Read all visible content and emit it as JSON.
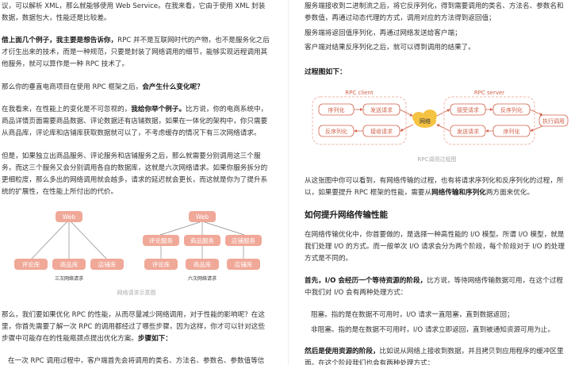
{
  "left": {
    "p1": "议，可以解析 XML，那么就能够使用 Web Service。在我来看，它由于使用 XML 封装数据，数据包大，性能还是比较差。",
    "p2_bold": "借上面几个例子，我主要是想告诉你，",
    "p2_rest": "RPC 并不是互联网时代的产物，也不是服务化之后才衍生出来的技术，而是一种规范，只要是封装了网络调用的细节，能够实现远程调用其他服务，就可以算作是一种 RPC 技术了。",
    "p3_start": "那么你的垂直电商项目在使用 RPC 框架之后，",
    "p3_bold": "会产生什么变化呢？",
    "p4_start": "在我看来，在性能上的变化是不可忽视的，",
    "p4_bold": "我给你举个例子。",
    "p4_rest": "比方说，你的电商系统中，商品详情页面需要商品数据、评论数据还有店铺数据，如果在一体化的架构中，你只需要从商品库，评论库和店铺库获取数据就可以了，不考虑缓存的情况下有三次网络请求。",
    "p5": "但是，如果独立出商品服务、评论服务和店铺服务之后，那么就需要分别调用这三个服务，而这三个服务又会分别调用各自的数据库，这就是六次网络请求。如果你服务拆分的更细粒度，那么多出的网络调用就会越多，请求的延迟就会更长，而这就是你为了提升系统的扩展性，在性能上所付出的代价。",
    "fig_caption": "网络请求示意图",
    "fig_left_label": "三次网络请求",
    "fig_right_label": "六次网络请求",
    "p6_start": "那么，我们要如果优化 RPC 的性能，从而尽量减少网络调用，对于性能的影响呢？在这里，你首先需要了解一次 RPC 的调用都经过了哪些步骤，因为这样，你才可以针对这些步骤中可能存在的性能瓶颈点提出优化方案。",
    "p6_bold": "步骤如下：",
    "p7": "在一次 RPC 调用过程中，客户端首先会将调用的类名、方法名、参数名、参数值等信"
  },
  "right": {
    "p1": "服务端接收到二进制流之后，将它反序列化，得到需要调用的类名、方法名、参数名和参数值，再通过动态代理的方式，调用对应的方法得到返回值；",
    "p2": "服务端将返回值序列化，再通过网络发送给客户端；",
    "p3": "客户端对结果反序列化之后，就可以得到调用的结果了。",
    "h_process": "过程图如下：",
    "proc_caption": "RPC调用过程图",
    "p4_start": "从这张图中你可以看到，有网络传输的过程，也有将请求序列化和反序列化的过程，所以，如果要提升 RPC 框架的性能，需要从",
    "p4_bold": "网络传输和序列化",
    "p4_end": "两方面来优化。",
    "h_network": "如何提升网络传输性能",
    "p5": "在网络传输优化中，你首要做的，是选择一种高性能的 I/O 模型。所谓 I/O 模型，就是我们处理 I/O 的方式。而一般单次 I/O 请求会分为两个阶段，每个阶段对于 I/O 的处理方式是不同的。",
    "p6_bold": "首先，I/O 会经历一个等待资源的阶段，",
    "p6_rest": "比方说，等待网络传输数据可用，在这个过程中我们对 I/O 会有两种处理方式：",
    "p7": "阻塞。指的是在数据不可用时，I/O 请求一直阻塞，直到数据返回；",
    "p8": "非阻塞。指的是在数据不可用时，I/O 请求立即返回，直到被通知资源可用为止。",
    "p9_bold": "然后是使用资源的阶段，",
    "p9_rest": "比如说从网络上接收到数据，并且拷贝到应用程序的缓冲区里面。在这个阶段我们也会有两种处理方式："
  },
  "arch": {
    "web": "Web",
    "left_boxes": [
      "评论库",
      "商品库",
      "店铺库"
    ],
    "right_services": [
      "评论服务",
      "商品服务",
      "店铺服务"
    ],
    "right_dbs": [
      "评论库",
      "商品库",
      "店铺库"
    ]
  },
  "process": {
    "client_label": "RPC client",
    "server_label": "RPC server",
    "network_label": "网络",
    "client_boxes": [
      "序列化",
      "发送请求",
      "反序列化",
      "接收请求"
    ],
    "server_boxes": [
      "接受请求",
      "反序列化",
      "发送请求",
      "序列化"
    ],
    "exec_label": "执行调用"
  },
  "colors": {
    "box_fill": "#f0a898",
    "box_stroke": "#d1624c",
    "dashed_frame": "#f0b6a8",
    "cloud": "#f5c342",
    "text": "#333333"
  }
}
